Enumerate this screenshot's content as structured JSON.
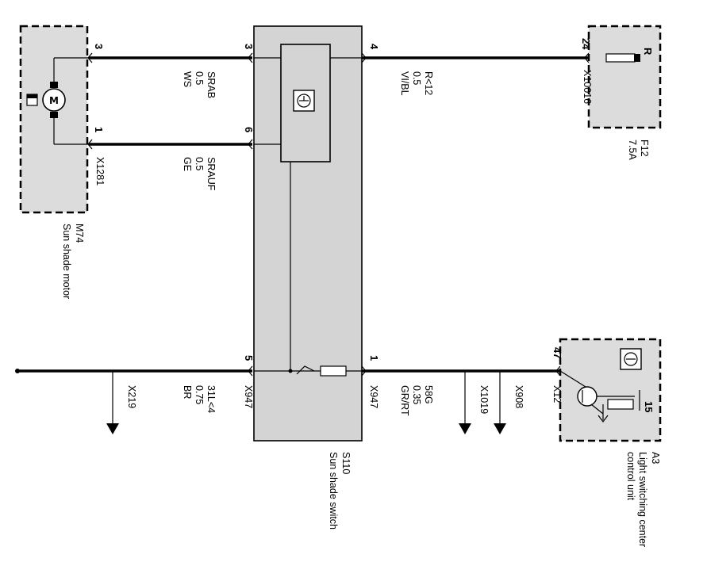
{
  "components": {
    "motor": {
      "id": "M74",
      "name": "Sun shade motor",
      "connector": "X1281"
    },
    "switch": {
      "id": "S110",
      "name": "Sun shade switch"
    },
    "fuse": {
      "id": "F12",
      "rating": "7.5A",
      "connector": "X10016"
    },
    "lscu": {
      "id": "A3",
      "name_line1": "Light switching center",
      "name_line2": "control unit",
      "connector": "X12"
    }
  },
  "wires": {
    "srab": {
      "signal": "SRAB",
      "size": "0.5",
      "color": "WS"
    },
    "srauf": {
      "signal": "SRAUF",
      "size": "0.5",
      "color": "GE"
    },
    "power": {
      "signal": "R<12",
      "size": "0.5",
      "color": "VI/BL"
    },
    "ground": {
      "signal": "31L<4",
      "size": "0.75",
      "color": "BR"
    },
    "light": {
      "signal": "58G",
      "size": "0.35",
      "color": "GR/RT"
    }
  },
  "pins": {
    "motor_top": "3",
    "motor_bottom": "1",
    "switch_left_top": "3",
    "switch_left_mid": "6",
    "switch_right_top": "4",
    "switch_left_bottom": "5",
    "switch_right_bottom": "1",
    "fuse_pin": "24",
    "fuse_marker": "R",
    "lscu_pin": "47",
    "lscu_inner": "15"
  },
  "connectors": {
    "switch_left": "X947",
    "switch_right": "X947",
    "ground_branch": "X219",
    "light_branch_1": "X1019",
    "light_branch_2": "X908"
  }
}
